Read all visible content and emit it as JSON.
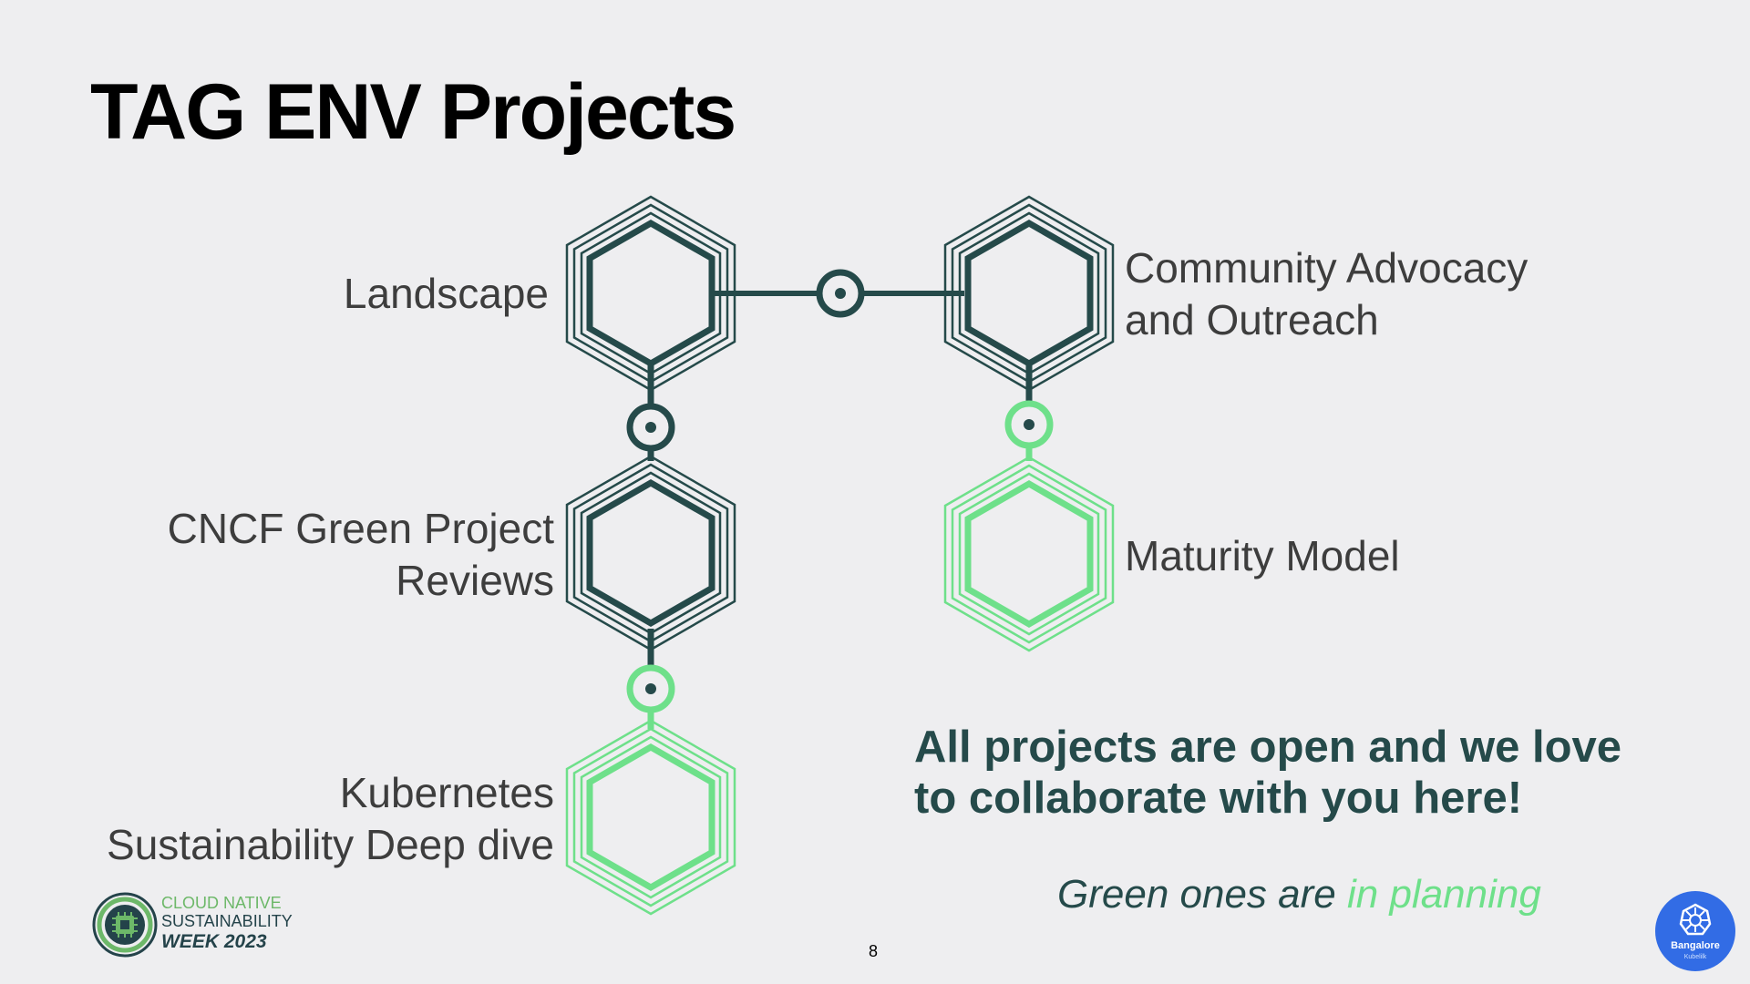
{
  "slide": {
    "title": "TAG ENV Projects",
    "page_number": "8"
  },
  "projects": [
    {
      "name": "Landscape",
      "status": "active"
    },
    {
      "name": "Community Advocacy and Outreach",
      "line1": "Community Advocacy",
      "line2": "and Outreach",
      "status": "active"
    },
    {
      "name": "CNCF Green Project Reviews",
      "line1": "CNCF Green Project",
      "line2": "Reviews",
      "status": "active"
    },
    {
      "name": "Maturity Model",
      "status": "planning"
    },
    {
      "name": "Kubernetes Sustainability Deep dive",
      "line1": "Kubernetes",
      "line2": "Sustainability Deep dive",
      "status": "planning"
    }
  ],
  "callout": {
    "line1": "All projects are open and we love",
    "line2": "to collaborate with you here!"
  },
  "note": {
    "prefix": "Green ones are",
    "highlight": "in planning"
  },
  "event_logo": {
    "line1": "CLOUD NATIVE",
    "line2": "SUSTAINABILITY",
    "line3": "WEEK 2023"
  },
  "city_badge": {
    "city": "Bangalore",
    "sub": "Kubelilk"
  },
  "colors": {
    "background": "#eeeef0",
    "active": "#254a4a",
    "planning": "#6ee08a",
    "text": "#3d3d3d",
    "badge_blue": "#326ce5"
  },
  "icons": [
    "hexagon-node-icon",
    "connector-dot-icon",
    "kubernetes-wheel-icon"
  ]
}
